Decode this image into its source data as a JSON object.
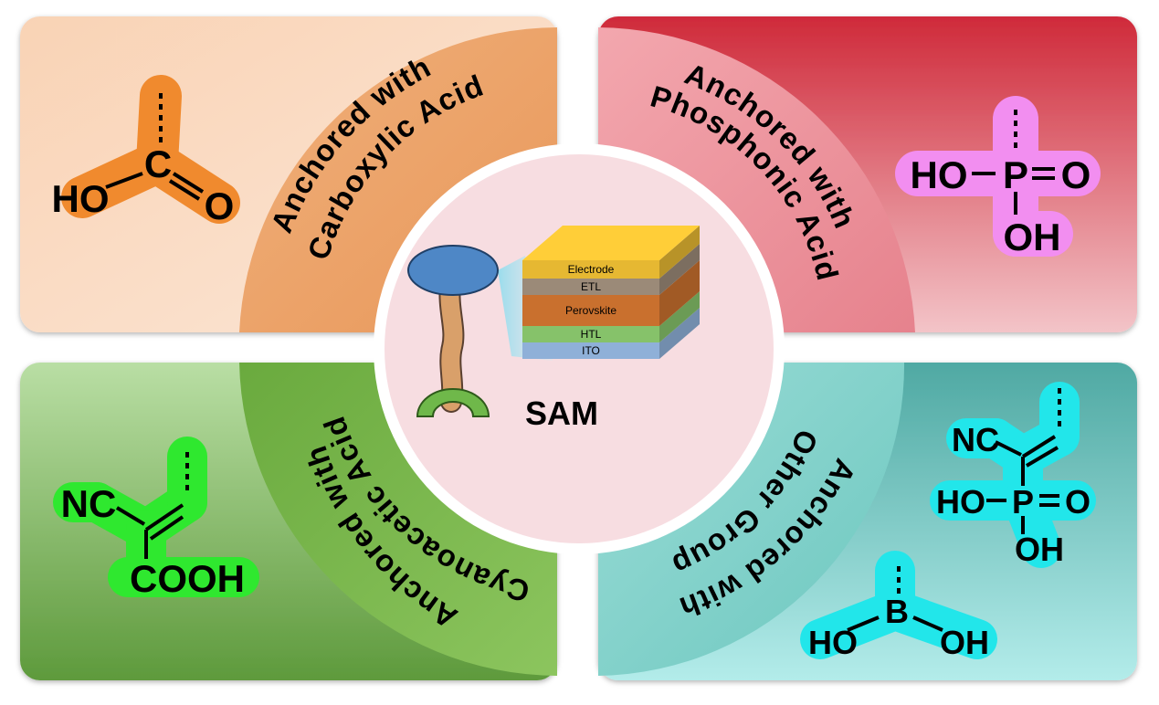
{
  "center": {
    "label": "SAM",
    "layers": [
      "Electrode",
      "ETL",
      "Perovskite",
      "HTL",
      "ITO"
    ],
    "colors": {
      "circle_fill": "#f7dde1",
      "molecule_head": "#4e87c6",
      "molecule_chain": "#d9a06a",
      "molecule_anchor": "#6fb84a",
      "electrode": "#e6b832",
      "etl": "#9b8a78",
      "perovskite": "#c9702e",
      "htl": "#86c26a",
      "ito": "#8fb0d8"
    }
  },
  "quadrants": {
    "carboxylic": {
      "label_line1": "Anchored with",
      "label_line2": "Carboxylic Acid",
      "atoms": {
        "ho": "HO",
        "c": "C",
        "o": "O"
      },
      "colors": {
        "panel": "#f6c9a6",
        "arc": "#eda46a",
        "highlight": "#f08a2e"
      }
    },
    "phosphonic": {
      "label_line1": "Anchored with",
      "label_line2": "Phosphonic Acid",
      "atoms": {
        "ho": "HO",
        "p": "P",
        "o": "O",
        "oh": "OH"
      },
      "colors": {
        "panel": "#e07b88",
        "arc": "#ea8d98",
        "highlight": "#f28ef0"
      }
    },
    "cyanoacetic": {
      "label_line1": "Anchored with",
      "label_line2": "Cyanoacetic Acid",
      "atoms": {
        "nc": "NC",
        "cooh": "COOH"
      },
      "colors": {
        "panel": "#8cc46a",
        "arc": "#78b84a",
        "highlight": "#2fe82f"
      }
    },
    "other": {
      "label_line1": "Anchored with",
      "label_line2": "Other Group",
      "atoms": {
        "nc": "NC",
        "ho": "HO",
        "p": "P",
        "o": "O",
        "oh": "OH",
        "b": "B",
        "ho2": "HO",
        "oh2": "OH"
      },
      "colors": {
        "panel": "#6fc6c0",
        "arc": "#7fd4cd",
        "highlight": "#22e6ea"
      }
    }
  }
}
